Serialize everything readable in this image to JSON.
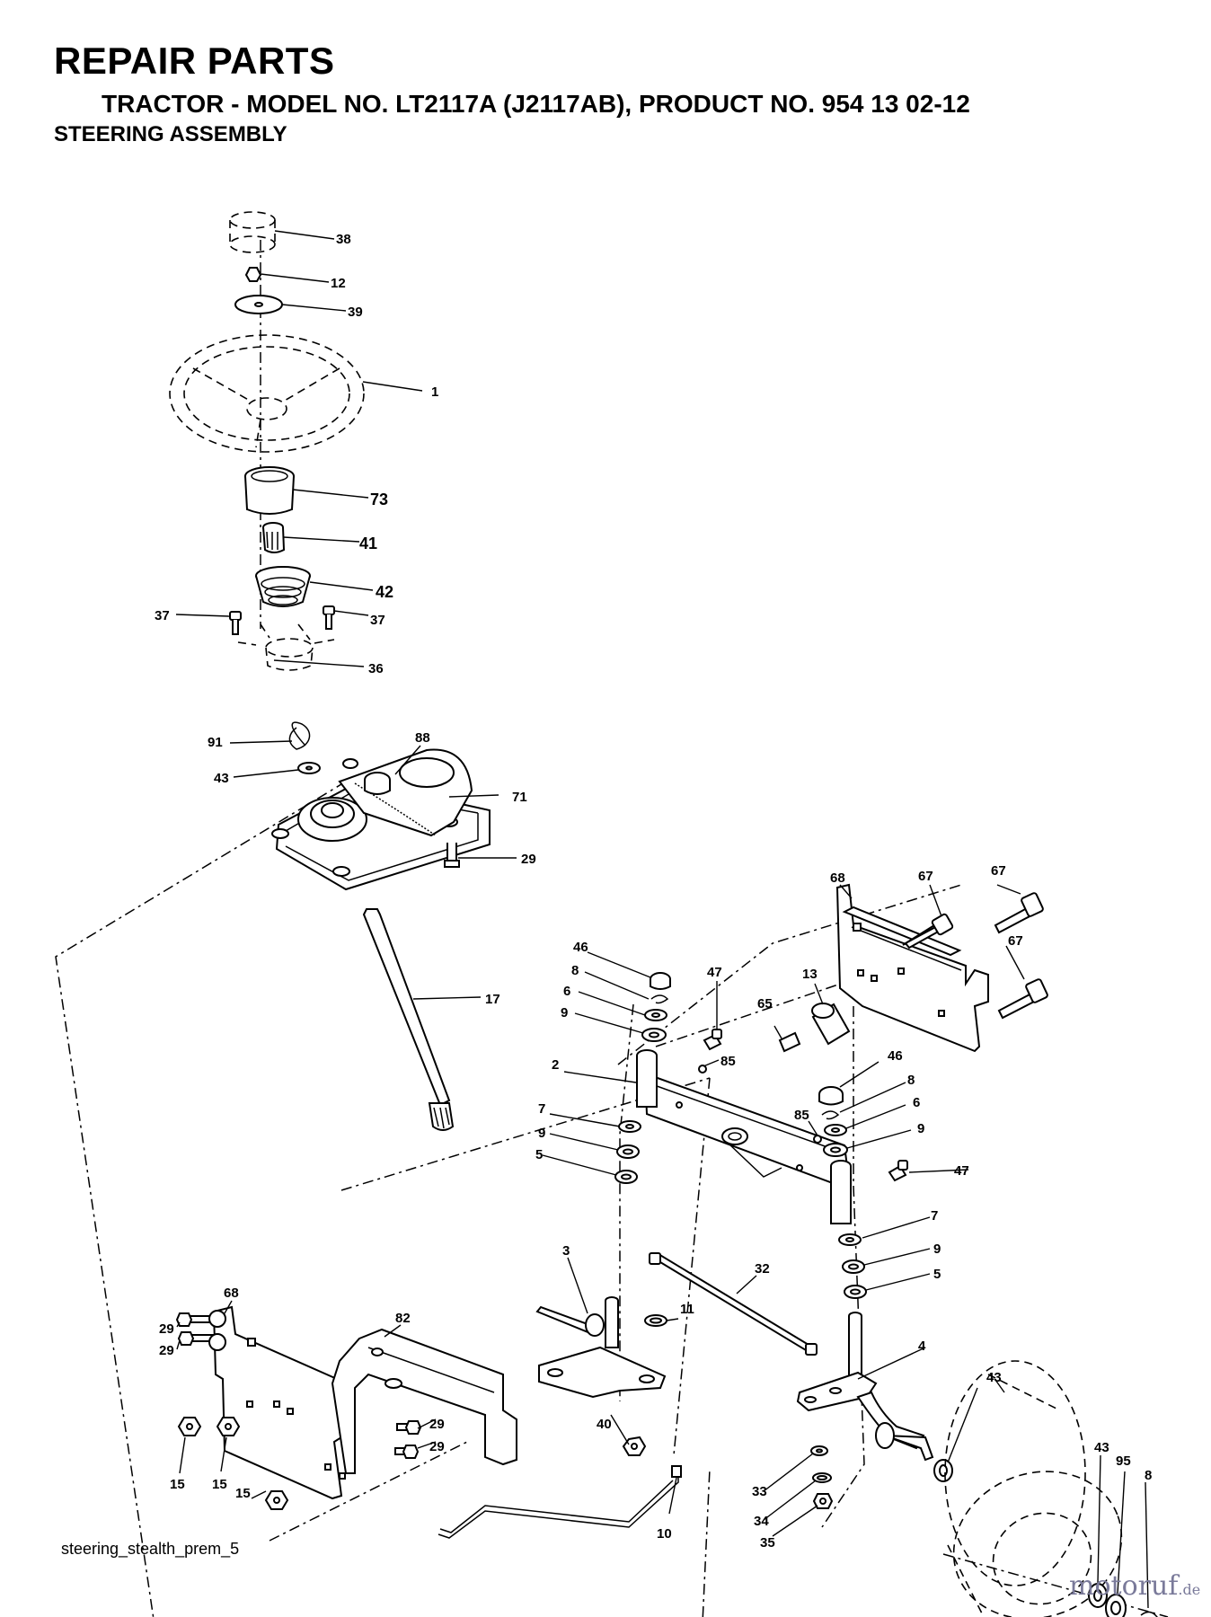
{
  "header": {
    "title": "REPAIR PARTS",
    "subtitle": "TRACTOR - MODEL NO. LT2117A (J2117AB),  PRODUCT NO. 954 13 02-12",
    "section": "STEERING ASSEMBLY"
  },
  "footer": {
    "drawing_code": "steering_stealth_prem_5",
    "watermark_main": "motoruf",
    "watermark_tld": ".de"
  },
  "callouts": [
    {
      "id": "c38",
      "label": "38"
    },
    {
      "id": "c12",
      "label": "12"
    },
    {
      "id": "c39",
      "label": "39"
    },
    {
      "id": "c1",
      "label": "1"
    },
    {
      "id": "c73",
      "label": "73"
    },
    {
      "id": "c41",
      "label": "41"
    },
    {
      "id": "c42",
      "label": "42"
    },
    {
      "id": "c37a",
      "label": "37"
    },
    {
      "id": "c37b",
      "label": "37"
    },
    {
      "id": "c36",
      "label": "36"
    },
    {
      "id": "c91",
      "label": "91"
    },
    {
      "id": "c88",
      "label": "88"
    },
    {
      "id": "c43a",
      "label": "43"
    },
    {
      "id": "c71",
      "label": "71"
    },
    {
      "id": "c29a",
      "label": "29"
    },
    {
      "id": "c17",
      "label": "17"
    },
    {
      "id": "c68a",
      "label": "68"
    },
    {
      "id": "c67a",
      "label": "67"
    },
    {
      "id": "c67b",
      "label": "67"
    },
    {
      "id": "c67c",
      "label": "67"
    },
    {
      "id": "c46a",
      "label": "46"
    },
    {
      "id": "c8a",
      "label": "8"
    },
    {
      "id": "c6a",
      "label": "6"
    },
    {
      "id": "c9a",
      "label": "9"
    },
    {
      "id": "c47a",
      "label": "47"
    },
    {
      "id": "c13",
      "label": "13"
    },
    {
      "id": "c65",
      "label": "65"
    },
    {
      "id": "c2",
      "label": "2"
    },
    {
      "id": "c85a",
      "label": "85"
    },
    {
      "id": "c46b",
      "label": "46"
    },
    {
      "id": "c8b",
      "label": "8"
    },
    {
      "id": "c6b",
      "label": "6"
    },
    {
      "id": "c9b",
      "label": "9"
    },
    {
      "id": "c85b",
      "label": "85"
    },
    {
      "id": "c7a",
      "label": "7"
    },
    {
      "id": "c9c",
      "label": "9"
    },
    {
      "id": "c5a",
      "label": "5"
    },
    {
      "id": "c47b",
      "label": "47"
    },
    {
      "id": "c7b",
      "label": "7"
    },
    {
      "id": "c9d",
      "label": "9"
    },
    {
      "id": "c5b",
      "label": "5"
    },
    {
      "id": "c3",
      "label": "3"
    },
    {
      "id": "c32",
      "label": "32"
    },
    {
      "id": "c11",
      "label": "11"
    },
    {
      "id": "c68b",
      "label": "68"
    },
    {
      "id": "c82",
      "label": "82"
    },
    {
      "id": "c29b",
      "label": "29"
    },
    {
      "id": "c29c",
      "label": "29"
    },
    {
      "id": "c4",
      "label": "4"
    },
    {
      "id": "c43b",
      "label": "43"
    },
    {
      "id": "c29d",
      "label": "29"
    },
    {
      "id": "c29e",
      "label": "29"
    },
    {
      "id": "c40",
      "label": "40"
    },
    {
      "id": "c15a",
      "label": "15"
    },
    {
      "id": "c15b",
      "label": "15"
    },
    {
      "id": "c15c",
      "label": "15"
    },
    {
      "id": "c33",
      "label": "33"
    },
    {
      "id": "c34",
      "label": "34"
    },
    {
      "id": "c35",
      "label": "35"
    },
    {
      "id": "c10",
      "label": "10"
    },
    {
      "id": "c43c",
      "label": "43"
    },
    {
      "id": "c95",
      "label": "95"
    },
    {
      "id": "c8c",
      "label": "8"
    }
  ]
}
